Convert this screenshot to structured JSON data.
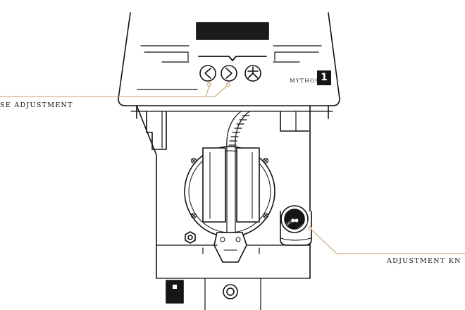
{
  "brand": {
    "name": "MYTHOS",
    "model": "1"
  },
  "callouts": {
    "left": "SE ADJUSTMENT",
    "right": "ADJUSTMENT KN"
  },
  "knob": {
    "text_a": "FAST",
    "text_b": "CHANGE"
  },
  "colors": {
    "line": "#111111",
    "accent": "#c9a36b",
    "display": "#1b1b1b"
  },
  "icons": [
    "chevron-left-icon",
    "chevron-right-icon",
    "fan-icon",
    "power-switch-icon"
  ]
}
